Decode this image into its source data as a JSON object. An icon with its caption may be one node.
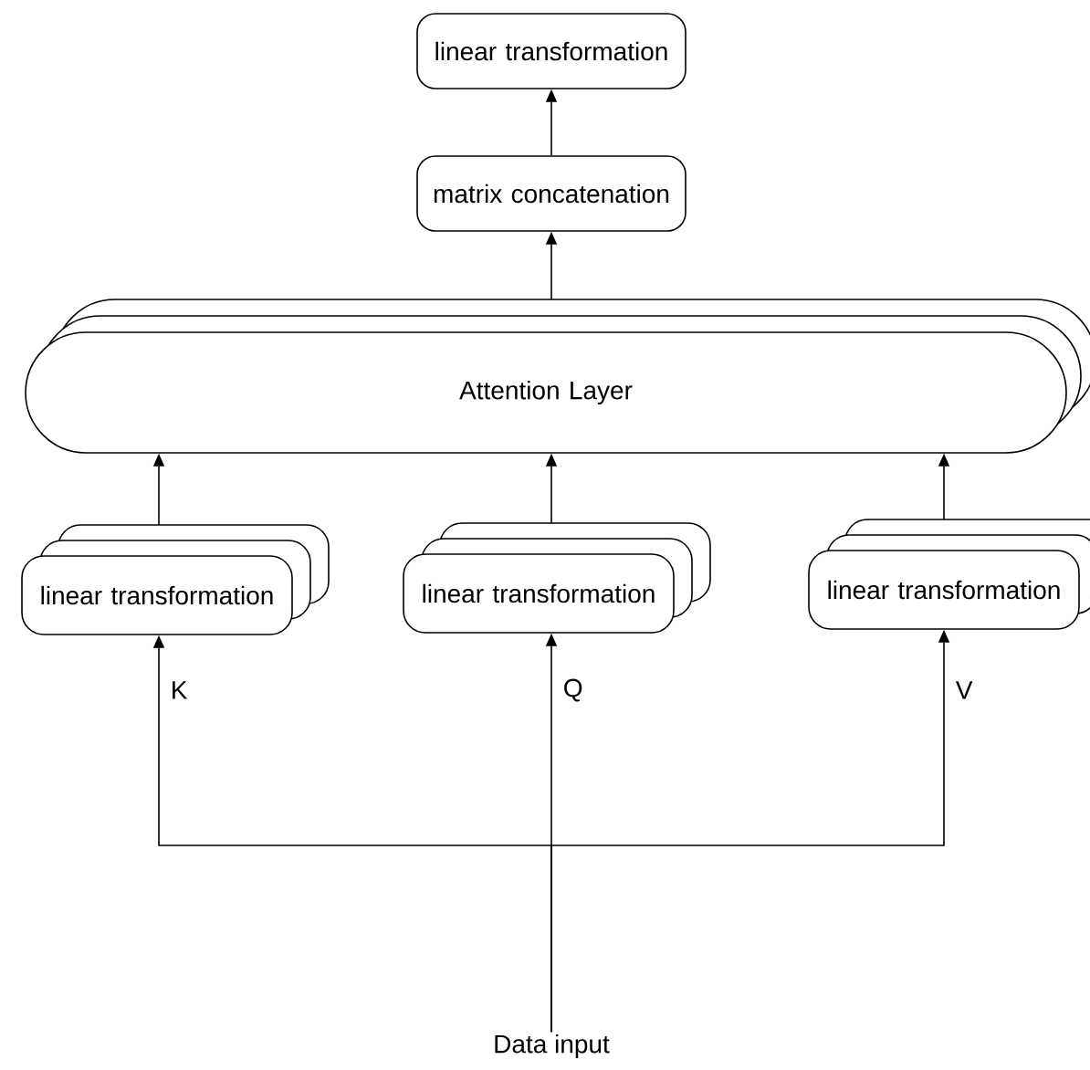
{
  "diagram": {
    "nodes": [
      {
        "text": [
          "linear transformation"
        ]
      },
      {
        "text": [
          "matrix concatenation"
        ]
      },
      {
        "text": [
          "Attention Layer"
        ]
      },
      {
        "text": [
          "linear transformation"
        ]
      },
      {
        "text": [
          "linear transformation"
        ]
      },
      {
        "text": [
          "linear transformation"
        ]
      },
      {
        "text": [
          "Data input"
        ]
      }
    ],
    "edges": [
      {
        "from": 1,
        "to": 0,
        "arrow": "to"
      },
      {
        "from": 2,
        "to": 1,
        "arrow": "to"
      },
      {
        "from": 3,
        "to": 2,
        "arrow": "to"
      },
      {
        "from": 4,
        "to": 2,
        "arrow": "to"
      },
      {
        "from": 5,
        "to": 2,
        "arrow": "to"
      },
      {
        "from": 6,
        "to": 3,
        "arrow": "to",
        "label": "K"
      },
      {
        "from": 6,
        "to": 4,
        "arrow": "to",
        "label": "Q"
      },
      {
        "from": 6,
        "to": 5,
        "arrow": "to",
        "label": "V"
      }
    ]
  }
}
